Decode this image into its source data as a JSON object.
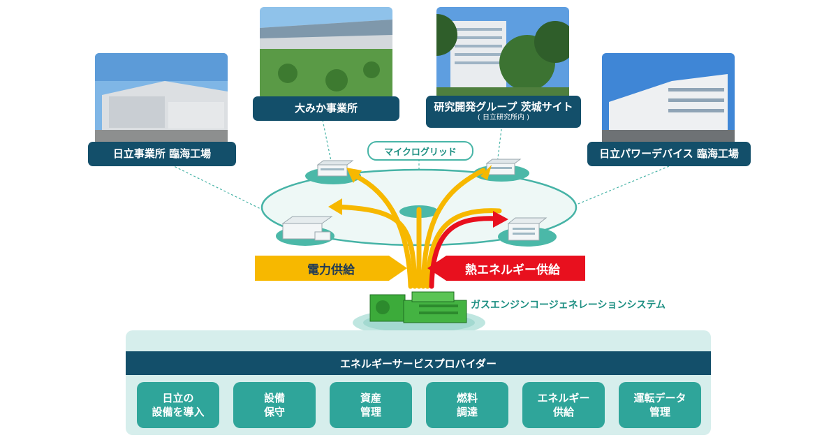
{
  "sites": [
    {
      "name": "日立事業所 臨海工場",
      "sub": ""
    },
    {
      "name": "大みか事業所",
      "sub": ""
    },
    {
      "name": "研究開発グループ 茨城サイト",
      "sub": "( 日立研究所内 )"
    },
    {
      "name": "日立パワーデバイス 臨海工場",
      "sub": ""
    }
  ],
  "microgrid_label": "マイクログリッド",
  "power_supply_label": "電力供給",
  "heat_supply_label": "熱エネルギー供給",
  "gas_system_label": "ガスエンジンコージェネレーションシステム",
  "provider_label": "エネルギーサービスプロバイダー",
  "services": [
    "日立の\n設備を導入",
    "設備\n保守",
    "資産\n管理",
    "燃料\n調達",
    "エネルギー\n供給",
    "運転データ\n管理"
  ],
  "colors": {
    "navy": "#134f6a",
    "teal": "#2fa59a",
    "power_yellow": "#f7b800",
    "heat_red": "#e8101e",
    "panel_bg": "#d6eeec"
  }
}
